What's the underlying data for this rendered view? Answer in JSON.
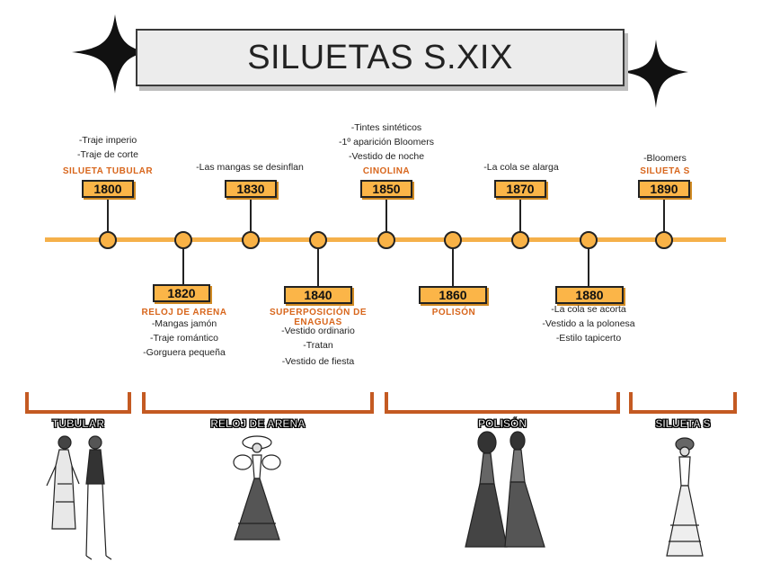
{
  "title": "SILUETAS S.XIX",
  "events": [
    {
      "year": "1800",
      "label": "SILUETA TUBULAR",
      "lines": [
        "-Traje imperio",
        "-Traje de corte"
      ]
    },
    {
      "year": "1820",
      "label": "RELOJ DE ARENA",
      "lines": [
        "-Mangas jamón",
        "-Traje romántico",
        "-Gorguera pequeña"
      ]
    },
    {
      "year": "1830",
      "label": "",
      "lines": [
        "-Las mangas se desinflan"
      ]
    },
    {
      "year": "1840",
      "label": "SUPERPOSICIÓN DE ENAGUAS",
      "lines": [
        "-Vestido ordinario",
        "-Tratan",
        "-Vestido de fiesta"
      ]
    },
    {
      "year": "1850",
      "label": "CINOLINA",
      "lines": [
        "-Tintes sintéticos",
        "-1º aparición Bloomers",
        "-Vestido de noche"
      ]
    },
    {
      "year": "1860",
      "label": "POLISÓN",
      "lines": []
    },
    {
      "year": "1870",
      "label": "",
      "lines": [
        "-La cola se alarga"
      ]
    },
    {
      "year": "1880",
      "label": "",
      "lines": [
        "-La cola se acorta",
        "-Vestido a la polonesa",
        "-Estilo tapicerto"
      ]
    },
    {
      "year": "1890",
      "label": "SILUETA S",
      "lines": [
        "-Bloomers"
      ]
    }
  ],
  "eras": [
    "TUBULAR",
    "RELOJ DE ARENA",
    "POLISÓN",
    "SILUETA S"
  ],
  "colors": {
    "accent": "#f9b246",
    "label": "#d8661c",
    "bracket": "#c45a22"
  }
}
